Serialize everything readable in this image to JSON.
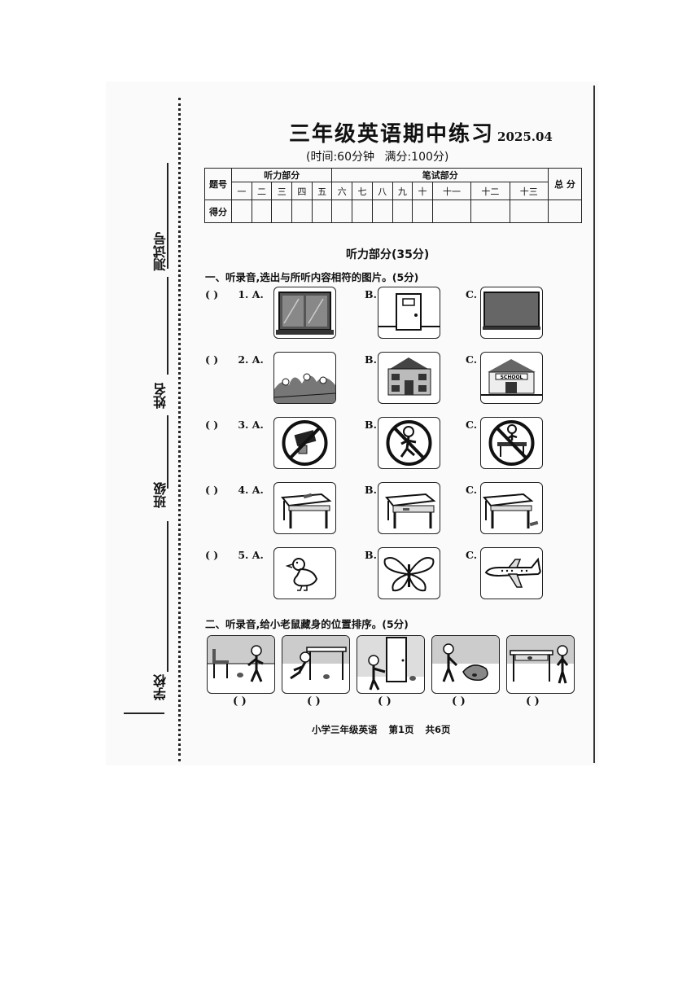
{
  "title": "三年级英语期中练习",
  "date": "2025.04",
  "subtitle": {
    "time": "(时间:60分钟",
    "score": "满分:100分)"
  },
  "binding": {
    "exam_no": "测试号",
    "name": "姓名",
    "class": "班级",
    "school": "学校"
  },
  "score_table": {
    "row_label": "题号",
    "score_label": "得分",
    "listening": "听力部分",
    "writing": "笔试部分",
    "total": "总 分",
    "listening_nums": [
      "一",
      "二",
      "三",
      "四",
      "五"
    ],
    "writing_nums": [
      "六",
      "七",
      "八",
      "九",
      "十",
      "十一",
      "十二",
      "十三"
    ]
  },
  "section_title": "听力部分(35分)",
  "q1": {
    "instruction": "一、听录音,选出与所听内容相符的图片。(5分)",
    "paren": "(      )",
    "items": [
      {
        "label": "1. A.",
        "b": "B.",
        "c": "C.",
        "icons": [
          "window-icon",
          "door-icon",
          "blackboard-icon"
        ]
      },
      {
        "label": "2. A.",
        "b": "B.",
        "c": "C.",
        "icons": [
          "garden-icon",
          "building-icon",
          "school-icon"
        ]
      },
      {
        "label": "3. A.",
        "b": "B.",
        "c": "C.",
        "icons": [
          "no-littering-icon",
          "no-running-icon",
          "no-standing-on-desk-icon"
        ]
      },
      {
        "label": "4. A.",
        "b": "B.",
        "c": "C.",
        "icons": [
          "desk-eraser-on-icon",
          "desk-eraser-in-icon",
          "desk-eraser-under-icon"
        ]
      },
      {
        "label": "5. A.",
        "b": "B.",
        "c": "C.",
        "icons": [
          "duck-icon",
          "butterfly-icon",
          "plane-icon"
        ]
      }
    ]
  },
  "q2": {
    "instruction": "二、听录音,给小老鼠藏身的位置排序。(5分)",
    "paren": "(      )",
    "icons": [
      "mouse-by-chair-icon",
      "mouse-under-desk-icon",
      "mouse-behind-door-icon",
      "mouse-under-bag-icon",
      "mouse-in-desk-icon"
    ],
    "school_sign": "SCHOOL"
  },
  "footer": {
    "course": "小学三年级英语",
    "page": "第1页",
    "total": "共6页"
  }
}
